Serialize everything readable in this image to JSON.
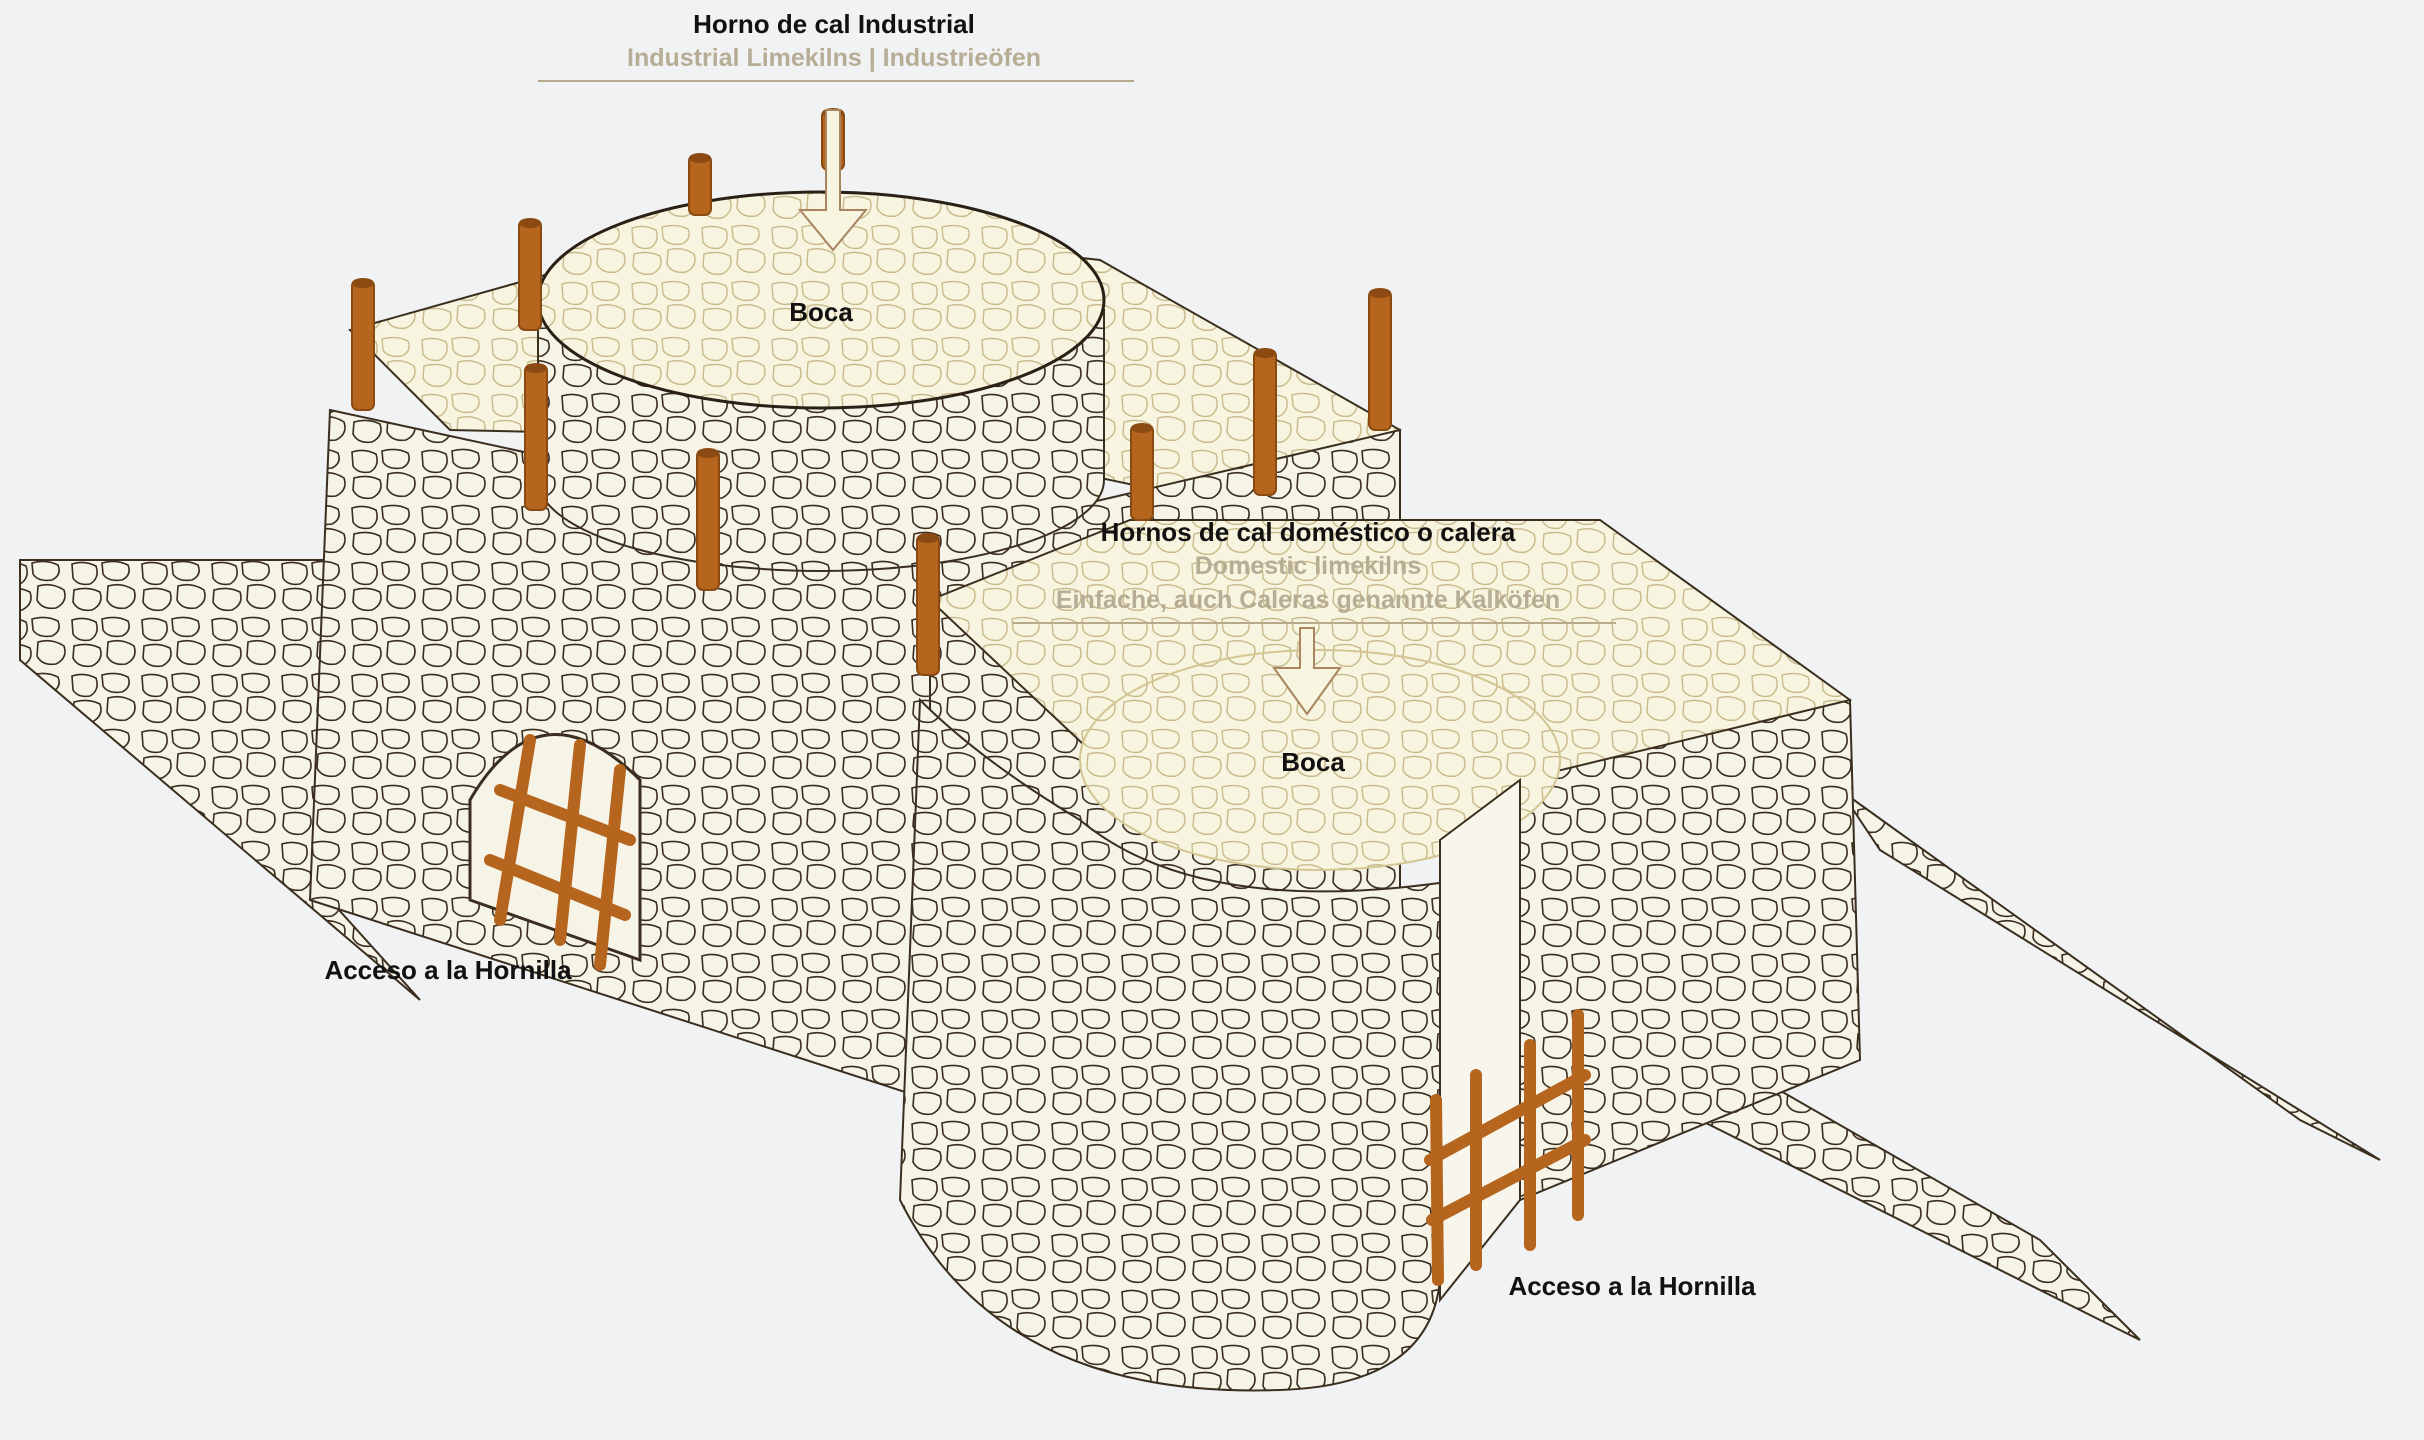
{
  "industrial": {
    "title": "Horno de cal Industrial",
    "subtitle": "Industrial Limekilns | Industrieöfen",
    "mouth_label": "Boca",
    "access_label": "Acceso a la Hornilla"
  },
  "domestic": {
    "title": "Hornos de cal doméstico o calera",
    "subtitle_en": "Domestic limekilns",
    "subtitle_de": "Einfache, auch Caleras genannte Kalköfen",
    "mouth_label": "Boca",
    "access_label": "Acceso a la Hornilla"
  },
  "colors": {
    "background": "#f1f2f4",
    "stone_fill": "#f6f3e7",
    "stone_line": "#3a2e1f",
    "post": "#b5651d",
    "post_dark": "#8a4a12",
    "caption_gray": "#b7ad95"
  }
}
